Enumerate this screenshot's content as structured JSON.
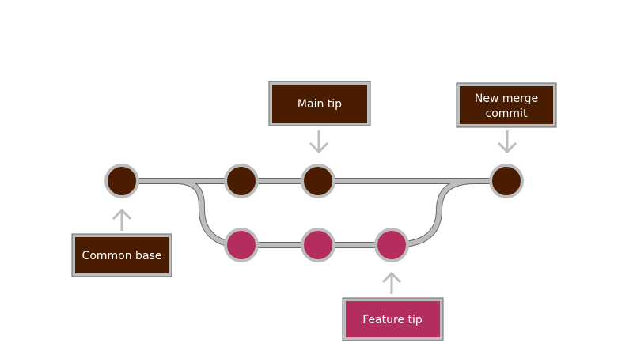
{
  "colors": {
    "main": "#4a1d00",
    "feature": "#b32d5e",
    "line": "#bdbdbd",
    "outline": "#555555"
  },
  "labels": {
    "main_tip": "Main tip",
    "merge_line1": "New merge",
    "merge_line2": "commit",
    "common_base": "Common base",
    "feature_tip": "Feature tip"
  }
}
